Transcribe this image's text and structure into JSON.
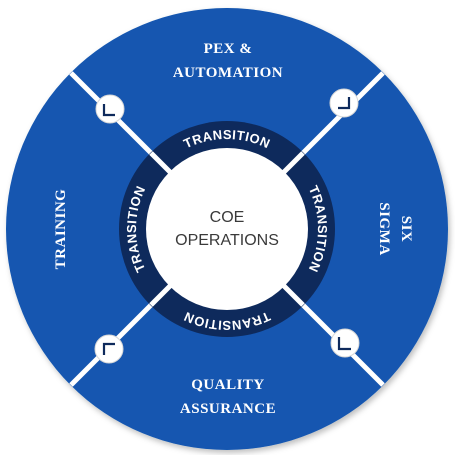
{
  "colors": {
    "outer_blue": "#1257b0",
    "ring_navy": "#0e2a5c",
    "divider_white": "#ffffff",
    "center_fill": "#ffffff",
    "center_text": "#3a3a3a",
    "corner_icon": "#0e2a5c"
  },
  "segments": {
    "top": {
      "line1": "PEX &",
      "line2": "AUTOMATION"
    },
    "right": {
      "line1": "SIX",
      "line2": "SIGMA"
    },
    "bottom": {
      "line1": "QUALITY",
      "line2": "ASSURANCE"
    },
    "left": {
      "line1": "TRAINING"
    }
  },
  "ring": {
    "top": "TRANSITION",
    "right": "TRANSITION",
    "bottom": "TRANSITION",
    "left": "TRANSITION"
  },
  "center": {
    "line1": "COE",
    "line2": "OPERATIONS"
  },
  "corner_icons": [
    "corner-bracket-icon",
    "corner-bracket-icon",
    "corner-bracket-icon",
    "corner-bracket-icon"
  ]
}
